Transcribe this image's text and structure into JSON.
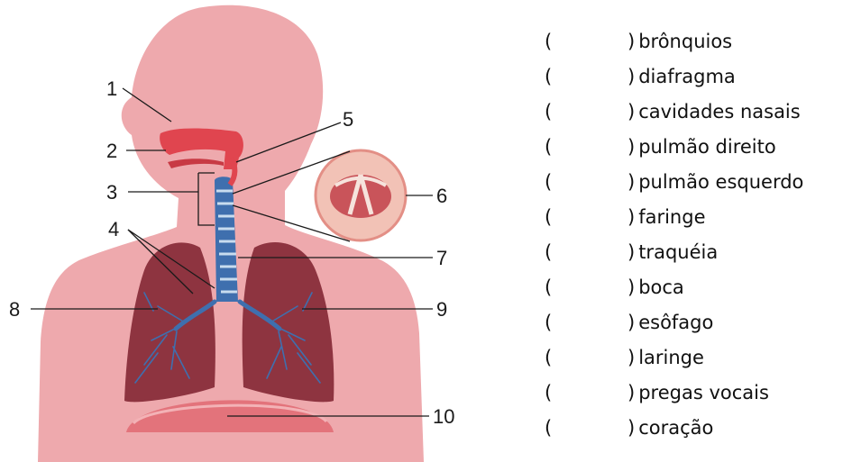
{
  "diagram": {
    "numbers": [
      "1",
      "2",
      "3",
      "4",
      "5",
      "6",
      "7",
      "8",
      "9",
      "10"
    ]
  },
  "options": {
    "open_paren": "(",
    "close_paren": ")",
    "items": [
      "brônquios",
      "diafragma",
      "cavidades nasais",
      "pulmão direito",
      "pulmão esquerdo",
      "faringe",
      "traquéia",
      "boca",
      "esôfago",
      "laringe",
      "pregas vocais",
      "coração"
    ]
  },
  "colors": {
    "body_silhouette": "#eea9ad",
    "lung": "#8e3440",
    "airway": "#3f6fae",
    "nasal": "#e0454f",
    "diaphragm": "#e3737b"
  }
}
